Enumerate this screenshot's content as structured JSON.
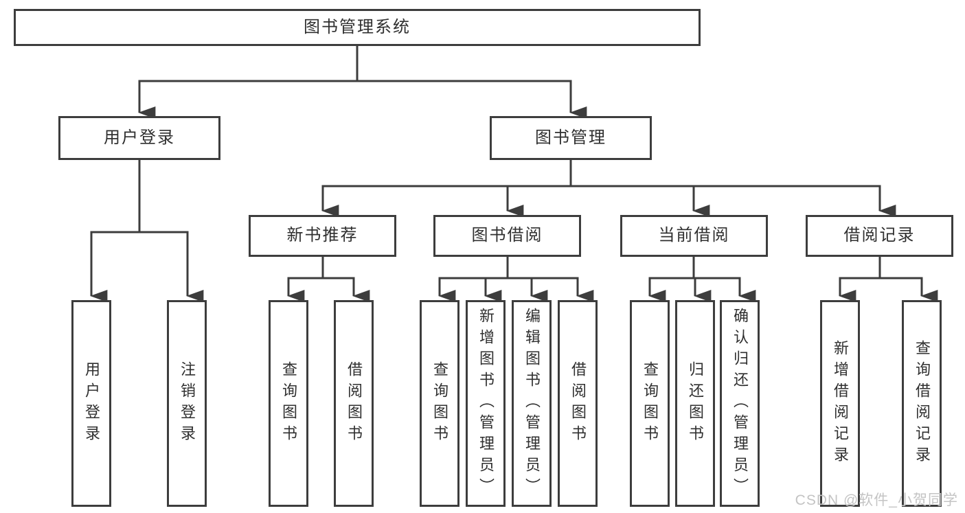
{
  "colors": {
    "line_color": "#3d3d3d",
    "box_border": "#3d3d3d",
    "text_color": "#2f2f2f",
    "watermark_color": "#c4c4c4",
    "background": "#ffffff"
  },
  "watermark": {
    "text": "CSDN @软件_小贺同学"
  },
  "diagram": {
    "root": {
      "label": "图书管理系统"
    },
    "branches": [
      {
        "label": "用户登录",
        "children": [
          "用户登录",
          "注销登录"
        ]
      },
      {
        "label": "图书管理",
        "groups": [
          {
            "label": "新书推荐",
            "children": [
              "查询图书",
              "借阅图书"
            ]
          },
          {
            "label": "图书借阅",
            "children": [
              "查询图书",
              "新增图书（管理员）",
              "编辑图书（管理员）",
              "借阅图书"
            ]
          },
          {
            "label": "当前借阅",
            "children": [
              "查询图书",
              "归还图书",
              "确认归还（管理员）"
            ]
          },
          {
            "label": "借阅记录",
            "children": [
              "新增借阅记录",
              "查询借阅记录"
            ]
          }
        ]
      }
    ]
  }
}
